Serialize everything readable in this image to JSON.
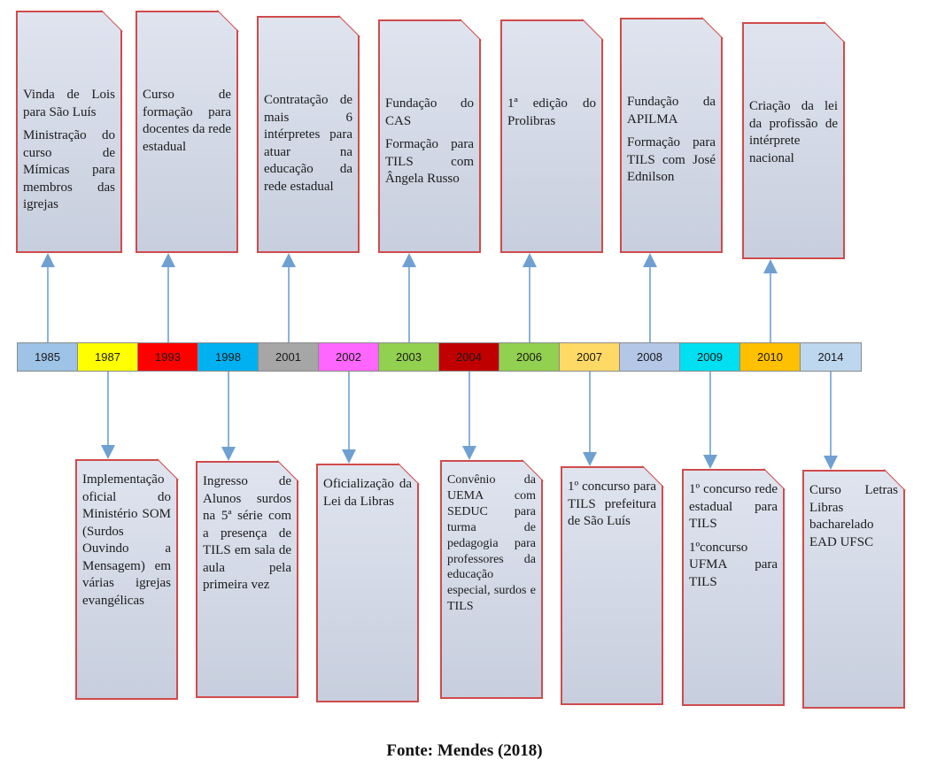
{
  "timeline": {
    "years": [
      {
        "label": "1985",
        "color": "#9dc3e6"
      },
      {
        "label": "1987",
        "color": "#ffff00"
      },
      {
        "label": "1993",
        "color": "#ff0000"
      },
      {
        "label": "1998",
        "color": "#00b0f0"
      },
      {
        "label": "2001",
        "color": "#a6a6a6"
      },
      {
        "label": "2002",
        "color": "#ff66ff"
      },
      {
        "label": "2003",
        "color": "#92d050"
      },
      {
        "label": "2004",
        "color": "#c00000"
      },
      {
        "label": "2006",
        "color": "#92d050"
      },
      {
        "label": "2007",
        "color": "#ffd966"
      },
      {
        "label": "2008",
        "color": "#b4c7e7"
      },
      {
        "label": "2009",
        "color": "#00e0f0"
      },
      {
        "label": "2010",
        "color": "#ffc000"
      },
      {
        "label": "2014",
        "color": "#bdd7ee"
      }
    ]
  },
  "events_top": [
    {
      "year": "1985",
      "lines": [
        "Vinda de Lois para São Luís",
        "Ministração do curso de Mímicas para membros das igrejas"
      ]
    },
    {
      "year": "1993",
      "lines": [
        "Curso de formação para docentes da rede estadual"
      ]
    },
    {
      "year": "2001",
      "lines": [
        "Contratação de mais 6 intérpretes para atuar na educação da rede estadual"
      ]
    },
    {
      "year": "2003",
      "lines": [
        "Fundação do CAS",
        "Formação para TILS com Ângela Russo"
      ]
    },
    {
      "year": "2006",
      "lines": [
        "1ª edição do Prolibras"
      ]
    },
    {
      "year": "2008",
      "lines": [
        "Fundação da APILMA",
        "Formação para TILS com José Ednilson"
      ]
    },
    {
      "year": "2010",
      "lines": [
        "Criação da lei da profissão de intérprete nacional"
      ]
    }
  ],
  "events_bottom": [
    {
      "year": "1987",
      "lines": [
        "Implementação oficial do Ministério SOM (Surdos Ouvindo a Mensagem) em várias igrejas evangélicas"
      ]
    },
    {
      "year": "1998",
      "lines": [
        "Ingresso de Alunos surdos na 5ª série com a presença de TILS em sala de aula pela primeira vez"
      ]
    },
    {
      "year": "2002",
      "lines": [
        "Oficialização da Lei da Libras"
      ]
    },
    {
      "year": "2004",
      "lines": [
        "Convênio da UEMA com SEDUC para turma de pedagogia para professores da educação especial, surdos e TILS"
      ]
    },
    {
      "year": "2007",
      "lines": [
        "1º concurso para TILS prefeitura de São Luís"
      ]
    },
    {
      "year": "2009",
      "lines": [
        "1º concurso rede estadual para TILS",
        "1ºconcurso UFMA para TILS"
      ]
    },
    {
      "year": "2014",
      "lines": [
        "Curso Letras Libras bacharelado EAD UFSC"
      ]
    }
  ],
  "colors": {
    "card_border": "#d04b4b",
    "arrow": "#6fa0d2",
    "bar_border": "#8a8a8a"
  },
  "caption": "Fonte:  Mendes (2018)"
}
